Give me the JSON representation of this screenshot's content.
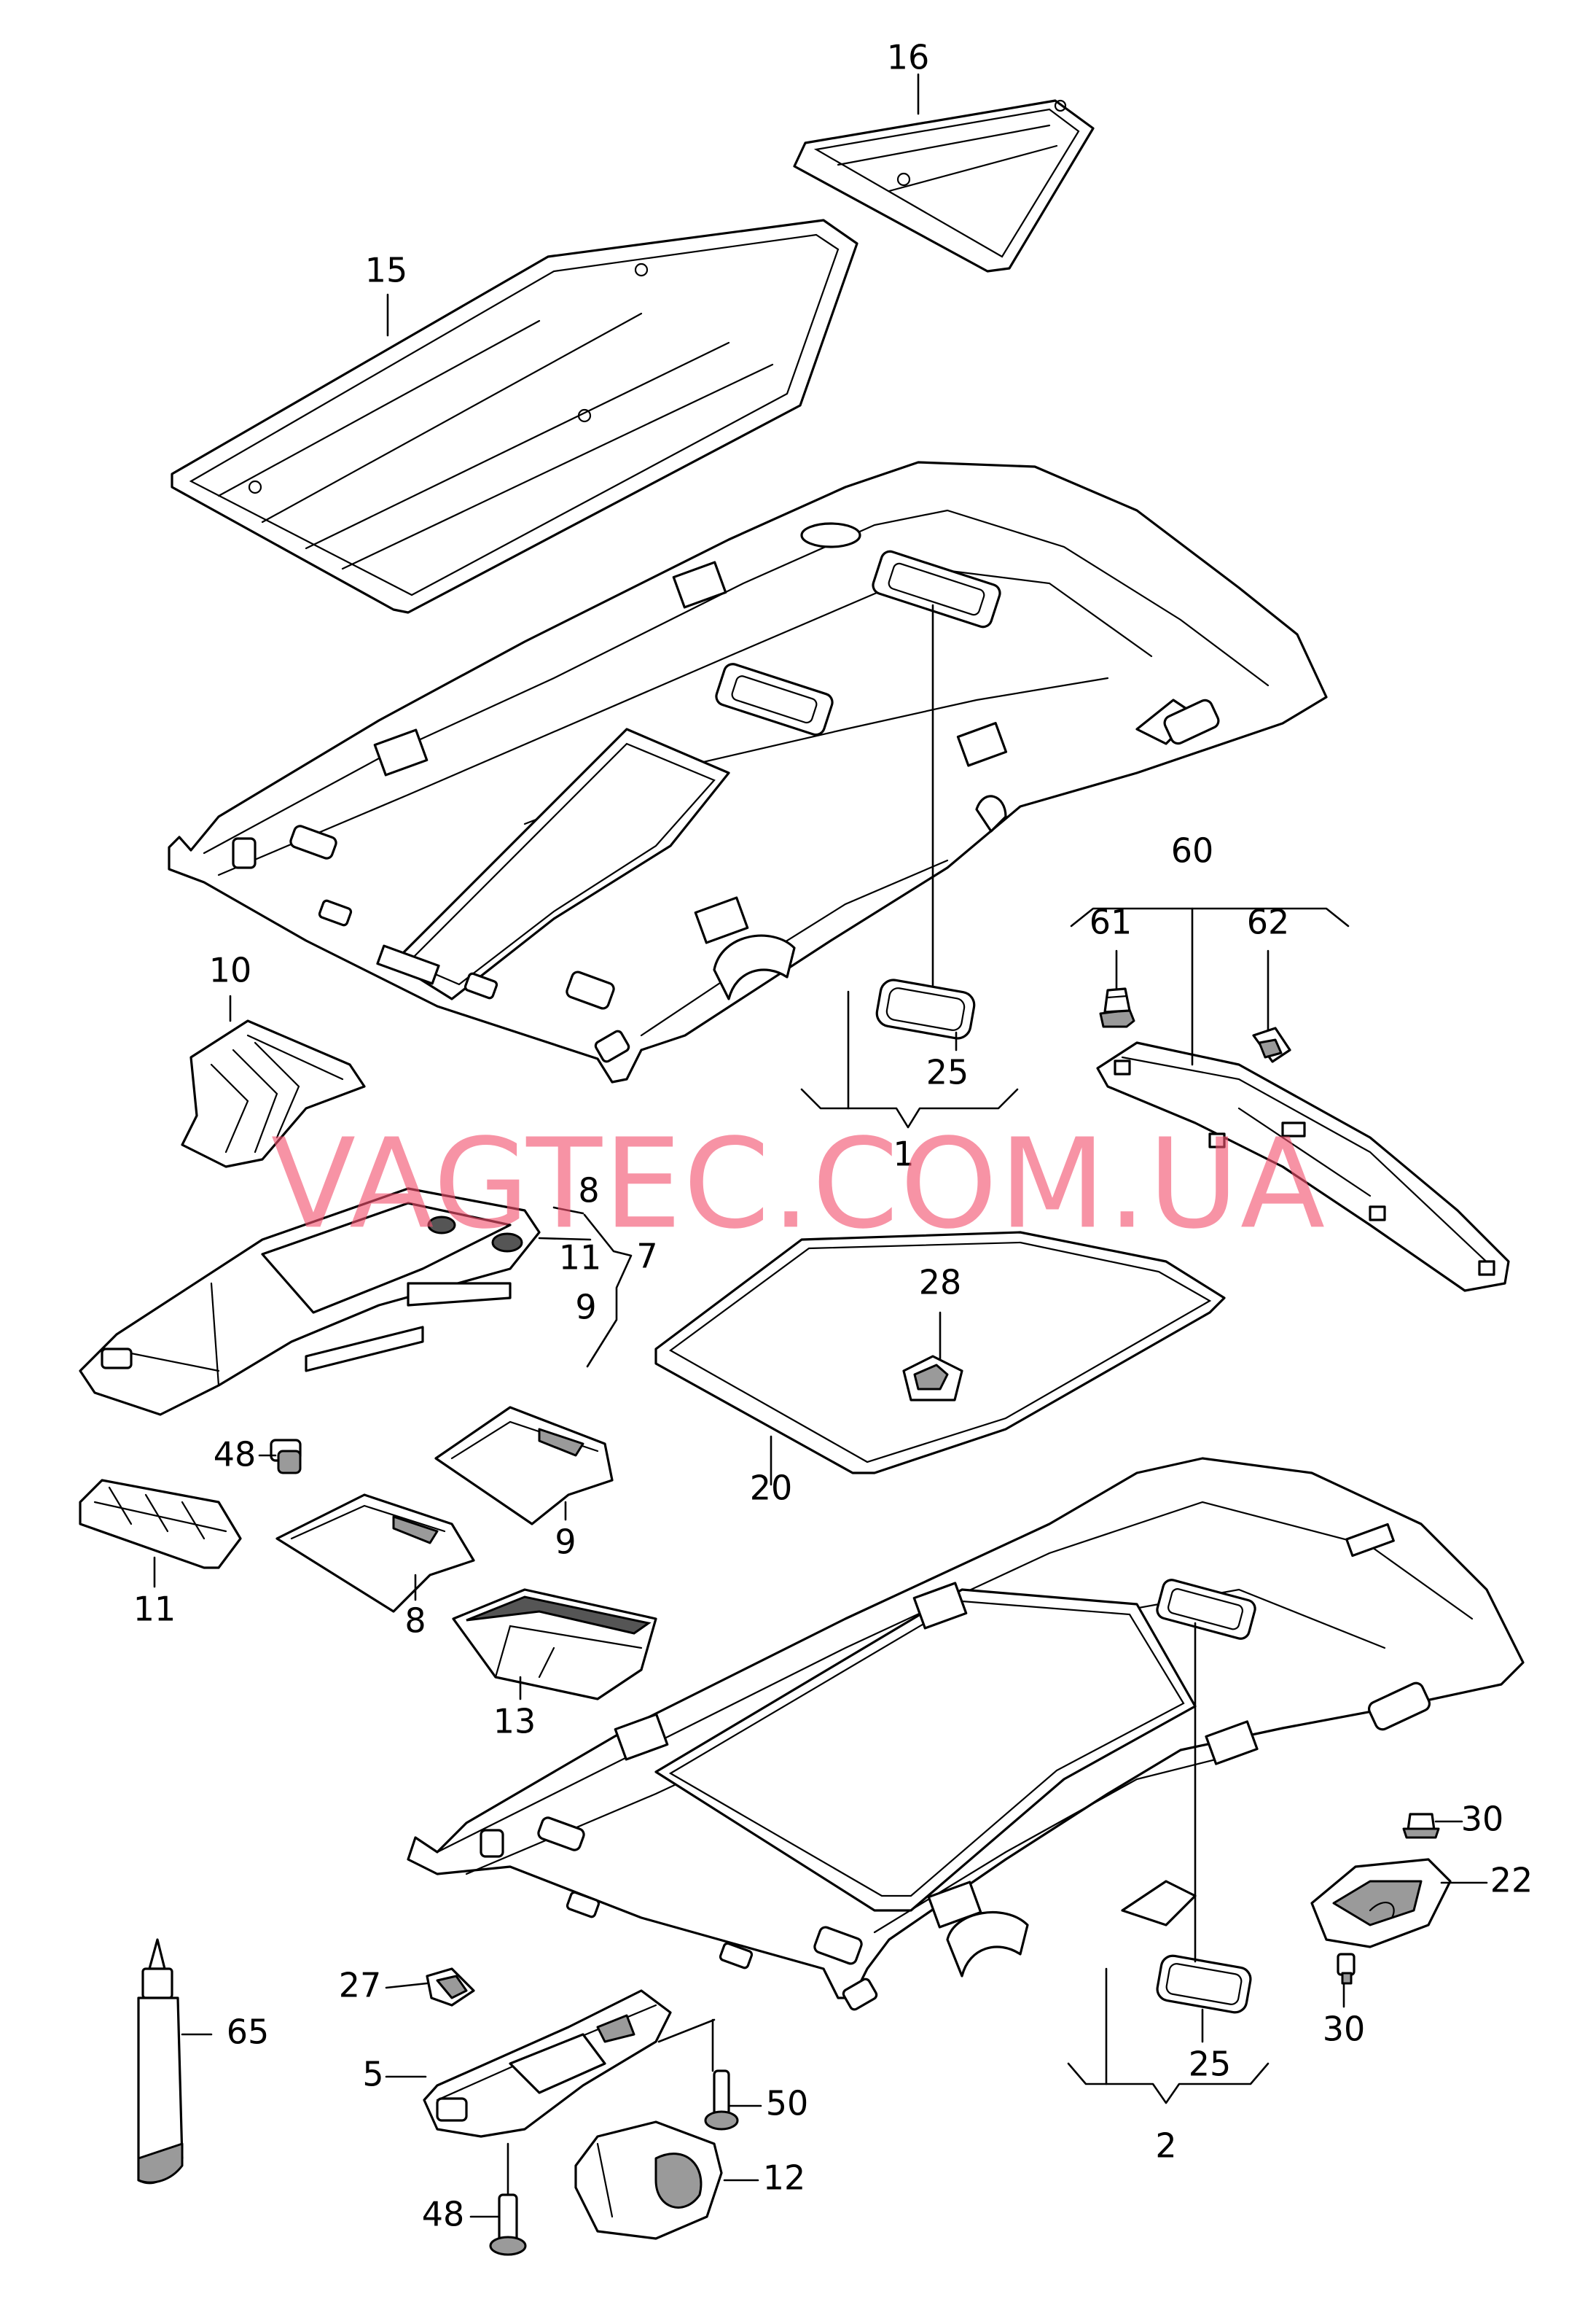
{
  "watermark": "VAGTEC.COM.UA",
  "callouts": [
    {
      "id": "c16",
      "text": "16"
    },
    {
      "id": "c15",
      "text": "15"
    },
    {
      "id": "c60",
      "text": "60"
    },
    {
      "id": "c61",
      "text": "61"
    },
    {
      "id": "c62",
      "text": "62"
    },
    {
      "id": "c10",
      "text": "10"
    },
    {
      "id": "c25a",
      "text": "25"
    },
    {
      "id": "c1",
      "text": "1"
    },
    {
      "id": "c8a",
      "text": "8"
    },
    {
      "id": "c11a",
      "text": "11"
    },
    {
      "id": "c7",
      "text": "7"
    },
    {
      "id": "c9a",
      "text": "9"
    },
    {
      "id": "c28",
      "text": "28"
    },
    {
      "id": "c48a",
      "text": "48"
    },
    {
      "id": "c20",
      "text": "20"
    },
    {
      "id": "c9b",
      "text": "9"
    },
    {
      "id": "c11b",
      "text": "11"
    },
    {
      "id": "c8b",
      "text": "8"
    },
    {
      "id": "c13",
      "text": "13"
    },
    {
      "id": "c30a",
      "text": "30"
    },
    {
      "id": "c22",
      "text": "22"
    },
    {
      "id": "c30b",
      "text": "30"
    },
    {
      "id": "c27",
      "text": "27"
    },
    {
      "id": "c65",
      "text": "65"
    },
    {
      "id": "c5",
      "text": "5"
    },
    {
      "id": "c50",
      "text": "50"
    },
    {
      "id": "c25b",
      "text": "25"
    },
    {
      "id": "c2",
      "text": "2"
    },
    {
      "id": "c12",
      "text": "12"
    },
    {
      "id": "c48b",
      "text": "48"
    }
  ]
}
